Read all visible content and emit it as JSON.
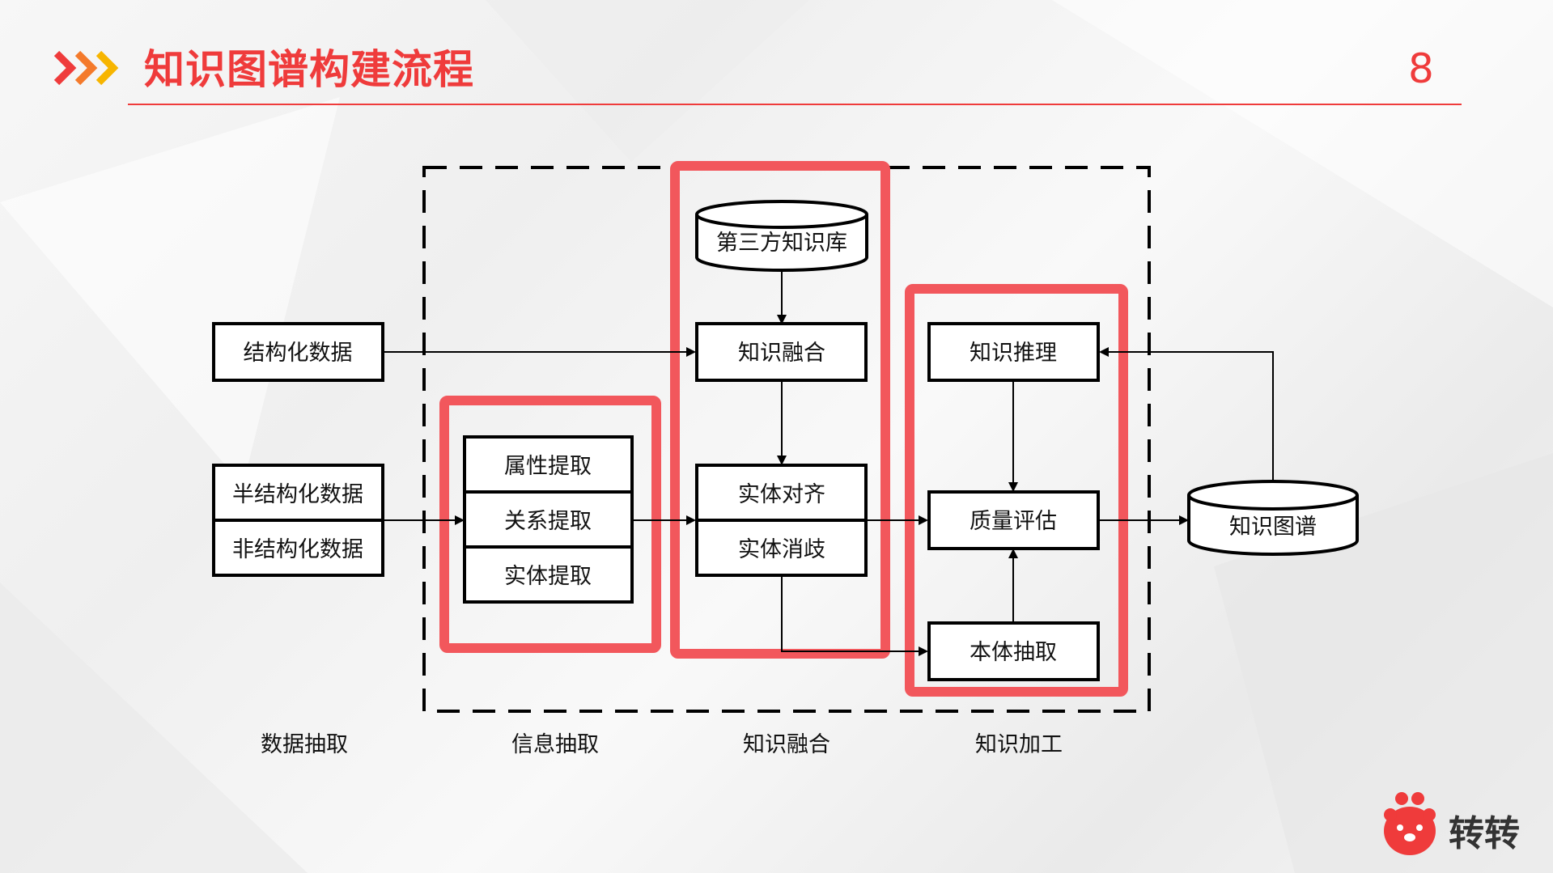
{
  "header": {
    "title": "知识图谱构建流程",
    "page_number": "8"
  },
  "inputs": {
    "structured": "结构化数据",
    "semi_structured": "半结构化数据",
    "unstructured": "非结构化数据"
  },
  "info_extraction": {
    "attribute": "属性提取",
    "relation": "关系提取",
    "entity": "实体提取"
  },
  "fusion": {
    "third_party_kb": "第三方知识库",
    "knowledge_fusion": "知识融合",
    "entity_alignment": "实体对齐",
    "entity_disambiguation": "实体消歧"
  },
  "processing": {
    "reasoning": "知识推理",
    "quality": "质量评估",
    "ontology": "本体抽取"
  },
  "output": {
    "kg": "知识图谱"
  },
  "stages": {
    "data_extraction": "数据抽取",
    "info_extraction": "信息抽取",
    "knowledge_fusion": "知识融合",
    "knowledge_processing": "知识加工"
  },
  "logo": {
    "text": "转转"
  },
  "colors": {
    "accent": "#ef3b3b",
    "highlight_box": "#f2575c",
    "arrow_yellow": "#f7b500"
  }
}
